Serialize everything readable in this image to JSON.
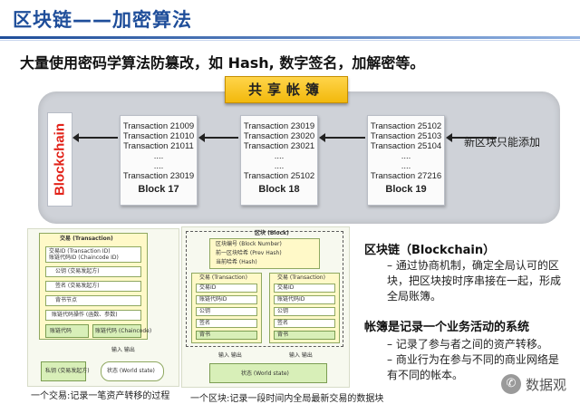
{
  "title": "区块链——加密算法",
  "subtitle": "大量使用密码学算法防篡改，如 Hash, 数字签名，加解密等。",
  "ledger": {
    "header": "共享帐簿",
    "chain_label_prefix": "Block",
    "chain_label_suffix": "chain",
    "new_block_label": "新区块只能添加",
    "blocks": [
      {
        "lines": [
          "Transaction 21009",
          "Transaction 21010",
          "Transaction 21011",
          "....",
          "....",
          "Transaction 23019"
        ],
        "name": "Block 17"
      },
      {
        "lines": [
          "Transaction 23019",
          "Transaction 23020",
          "Transaction 23021",
          "....",
          "....",
          "Transaction 25102"
        ],
        "name": "Block 18"
      },
      {
        "lines": [
          "Transaction 25102",
          "Transaction 25103",
          "Transaction 25104",
          "....",
          "....",
          "Transaction 27216"
        ],
        "name": "Block 19"
      }
    ]
  },
  "diagram_left": {
    "title": "交易 (Transaction)",
    "box_ids": [
      "交易ID (Transaction ID)",
      "账链代码ID (Chaincode ID)"
    ],
    "pubkey": "公钥 (交易发起方)",
    "signature": "签名 (交易发起方)",
    "endorser": "背书节点",
    "chaincode": "账链代码操作 (函数、参数)",
    "code_a": "账链代码",
    "code_b": "账链代码 (Chaincode)",
    "io": "输入 输出",
    "privkey": "私钥 (交易发起方)",
    "world_state": "状态 (World state)",
    "caption": "一个交易:记录一笔资产转移的过程"
  },
  "diagram_right": {
    "title": "区块 (Block)",
    "header_rows": [
      "区块编号 (Block Number)",
      "前一区块哈希 (Prev Hash)",
      "当前哈希 (Hash)"
    ],
    "tx_title": "交易 (Transaction)",
    "tx_rows": [
      "交易ID",
      "账链代码ID",
      "公钥",
      "签名",
      "背书"
    ],
    "io": "输入 输出",
    "state": "状态 (World state)",
    "caption": "一个区块:记录一段时间内全局最新交易的数据块"
  },
  "right_text": {
    "blockchain_heading": "区块链（Blockchain）",
    "blockchain_bullet": "– 通过协商机制，确定全局认可的区块，把区块按时序串接在一起，形成全局账簿。",
    "ledger_heading": "帐簿是记录一个业务活动的系统",
    "ledger_bullet_1": "– 记录了参与者之间的资产转移。",
    "ledger_bullet_2": "– 商业行为在参与不同的商业网络是有不同的帐本。"
  },
  "watermark": {
    "icon": "wechat-icon",
    "text": "数据观"
  }
}
